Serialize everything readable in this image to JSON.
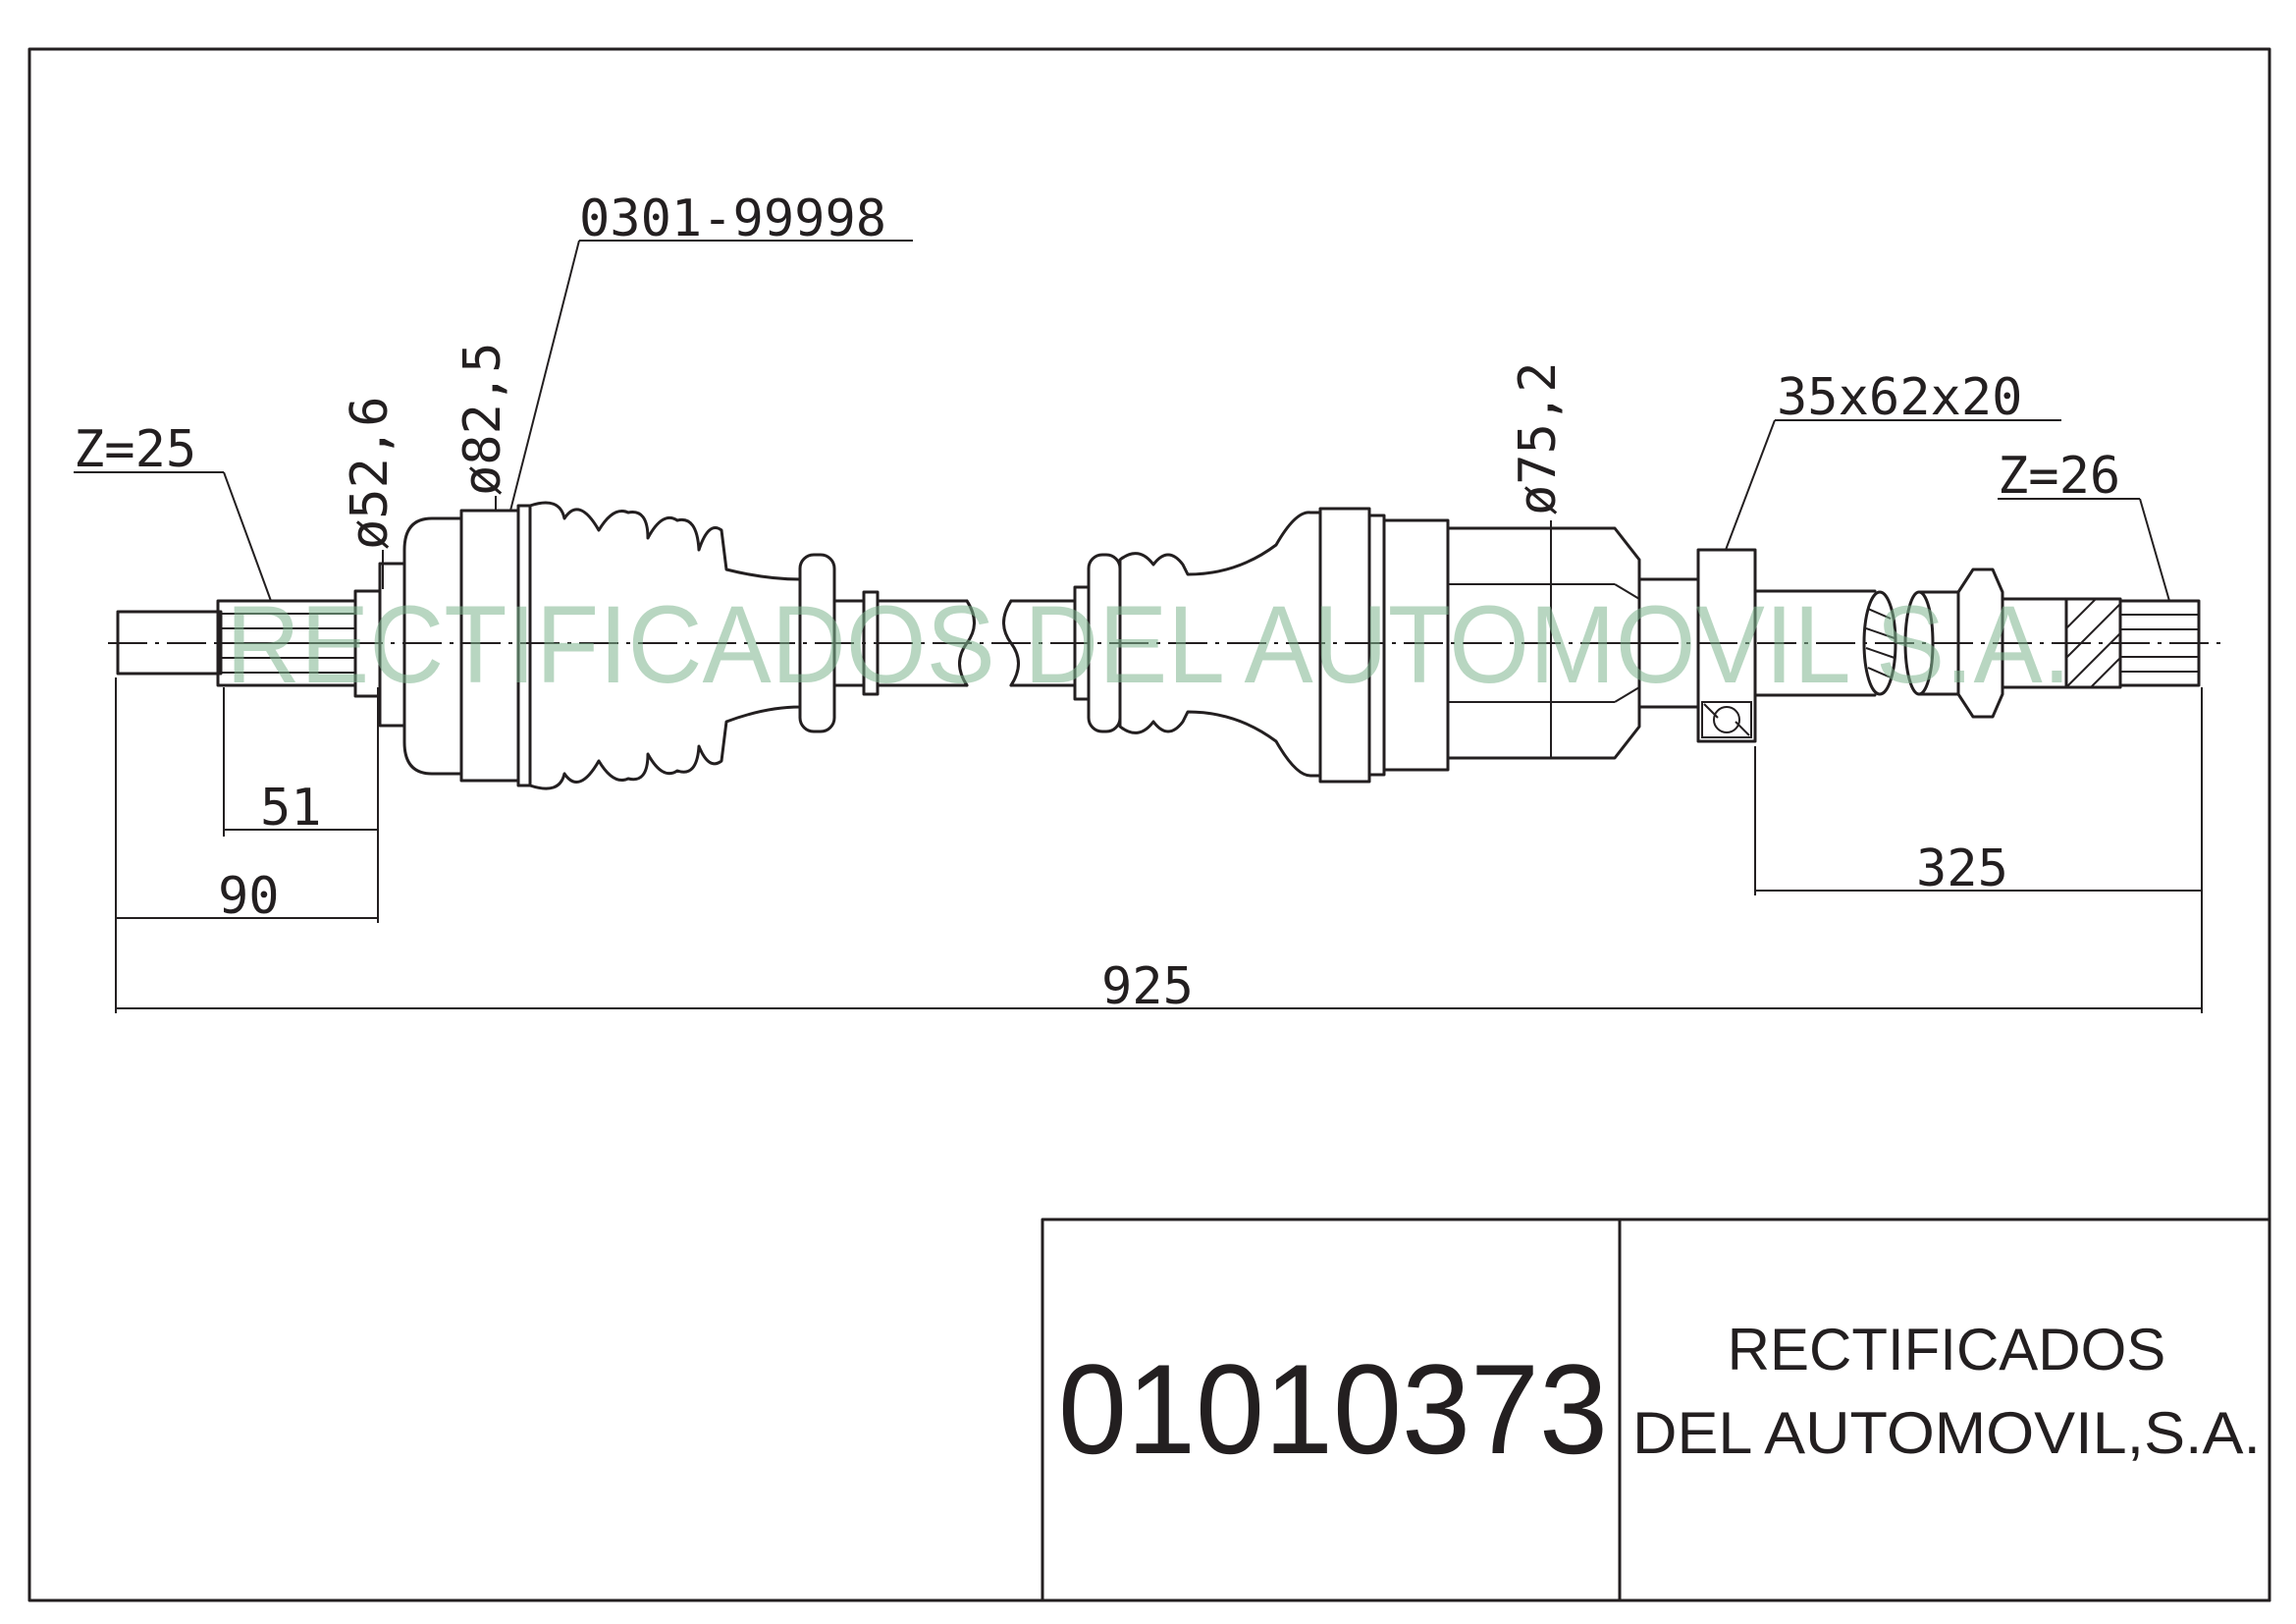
{
  "drawing": {
    "labels": {
      "part_ref": "0301-99998",
      "spline_left": "Z=25",
      "spline_right": "Z=26",
      "bearing": "35x62x20",
      "dia_small": "ø52,6",
      "dia_large": "ø82,5",
      "dia_right": "ø75,2"
    },
    "dimensions": {
      "d51": "51",
      "d90": "90",
      "d325": "325",
      "d925": "925"
    },
    "watermark": "RECTIFICADOS DEL AUTOMOVIL S.A."
  },
  "title_block": {
    "part_number": "01010373",
    "company_line1": "RECTIFICADOS",
    "company_line2": "DEL AUTOMOVIL,S.A."
  }
}
